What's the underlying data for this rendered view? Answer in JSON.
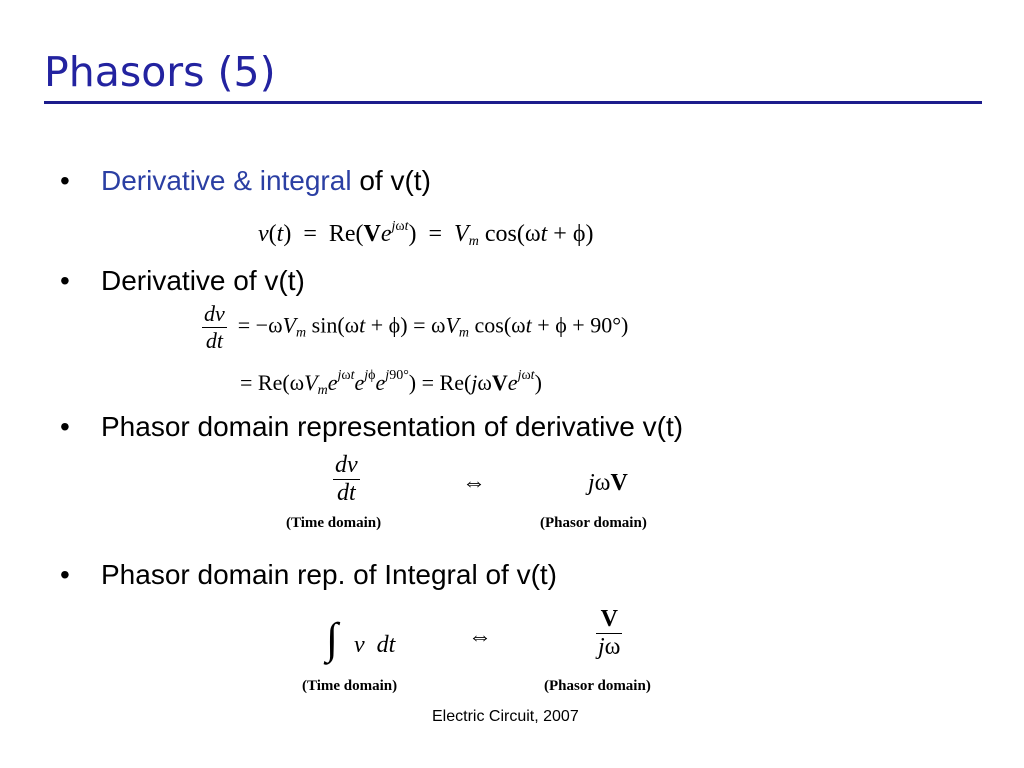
{
  "title": "Phasors (5)",
  "bullets": [
    {
      "marker": "•",
      "highlight": "Derivative & integral",
      "text": " of v(t)"
    },
    {
      "marker": "•",
      "text": "Derivative of v(t)"
    },
    {
      "marker": "•",
      "text": "Phasor domain representation of derivative v(t)"
    },
    {
      "marker": "•",
      "text": "Phasor domain rep. of Integral of v(t)"
    }
  ],
  "equivalence_symbol": "⇔",
  "labels": {
    "time_domain": "(Time domain)",
    "phasor_domain": "(Phasor domain)"
  },
  "footer": "Electric Circuit, 2007"
}
